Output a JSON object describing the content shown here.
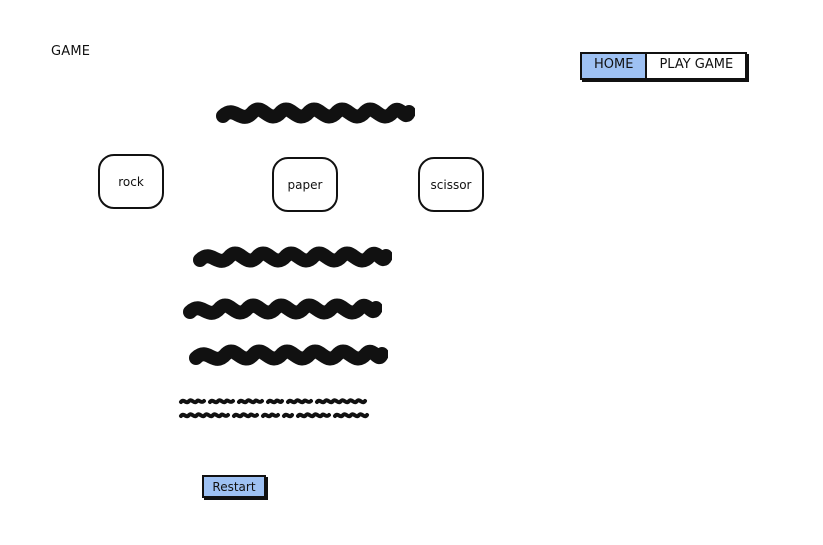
{
  "header": {
    "brand": "GAME"
  },
  "nav": {
    "items": [
      {
        "label": "HOME",
        "active": true
      },
      {
        "label": "PLAY GAME",
        "active": false
      }
    ]
  },
  "choices": {
    "rock": "rock",
    "paper": "paper",
    "scissor": "scissor"
  },
  "actions": {
    "restart": "Restart"
  },
  "colors": {
    "accent": "#9ec1f3",
    "ink": "#111111"
  }
}
